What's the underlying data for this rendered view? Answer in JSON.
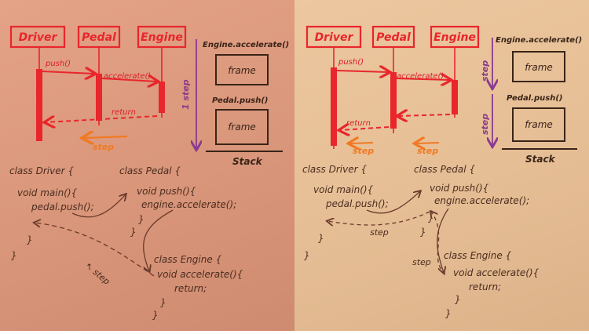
{
  "diagram": {
    "objects": [
      "Driver",
      "Pedal",
      "Engine"
    ],
    "messages": {
      "push": "push()",
      "accelerate": "accelerate()",
      "return": "return"
    },
    "step_label": "step",
    "stack_step_label": "1 step",
    "stack": {
      "frames": [
        {
          "method": "Engine.accelerate()",
          "label": "frame"
        },
        {
          "method": "Pedal.push()",
          "label": "frame"
        }
      ],
      "label": "Stack"
    },
    "code": {
      "driver": [
        "class Driver {",
        "void main(){",
        "pedal.push();",
        "}",
        "}"
      ],
      "pedal": [
        "class Pedal {",
        "void push(){",
        "engine.accelerate();",
        "}",
        "}"
      ],
      "engine": [
        "class Engine {",
        "void accelerate(){",
        "return;",
        "}",
        "}"
      ]
    },
    "colors": {
      "left_background": "#d9967a",
      "right_background": "#e6be95",
      "sequence": "#e8262b",
      "step_arrow": "#f07a24",
      "stack_arrow": "#8a3a8f",
      "ink": "#4a2c1f"
    }
  }
}
